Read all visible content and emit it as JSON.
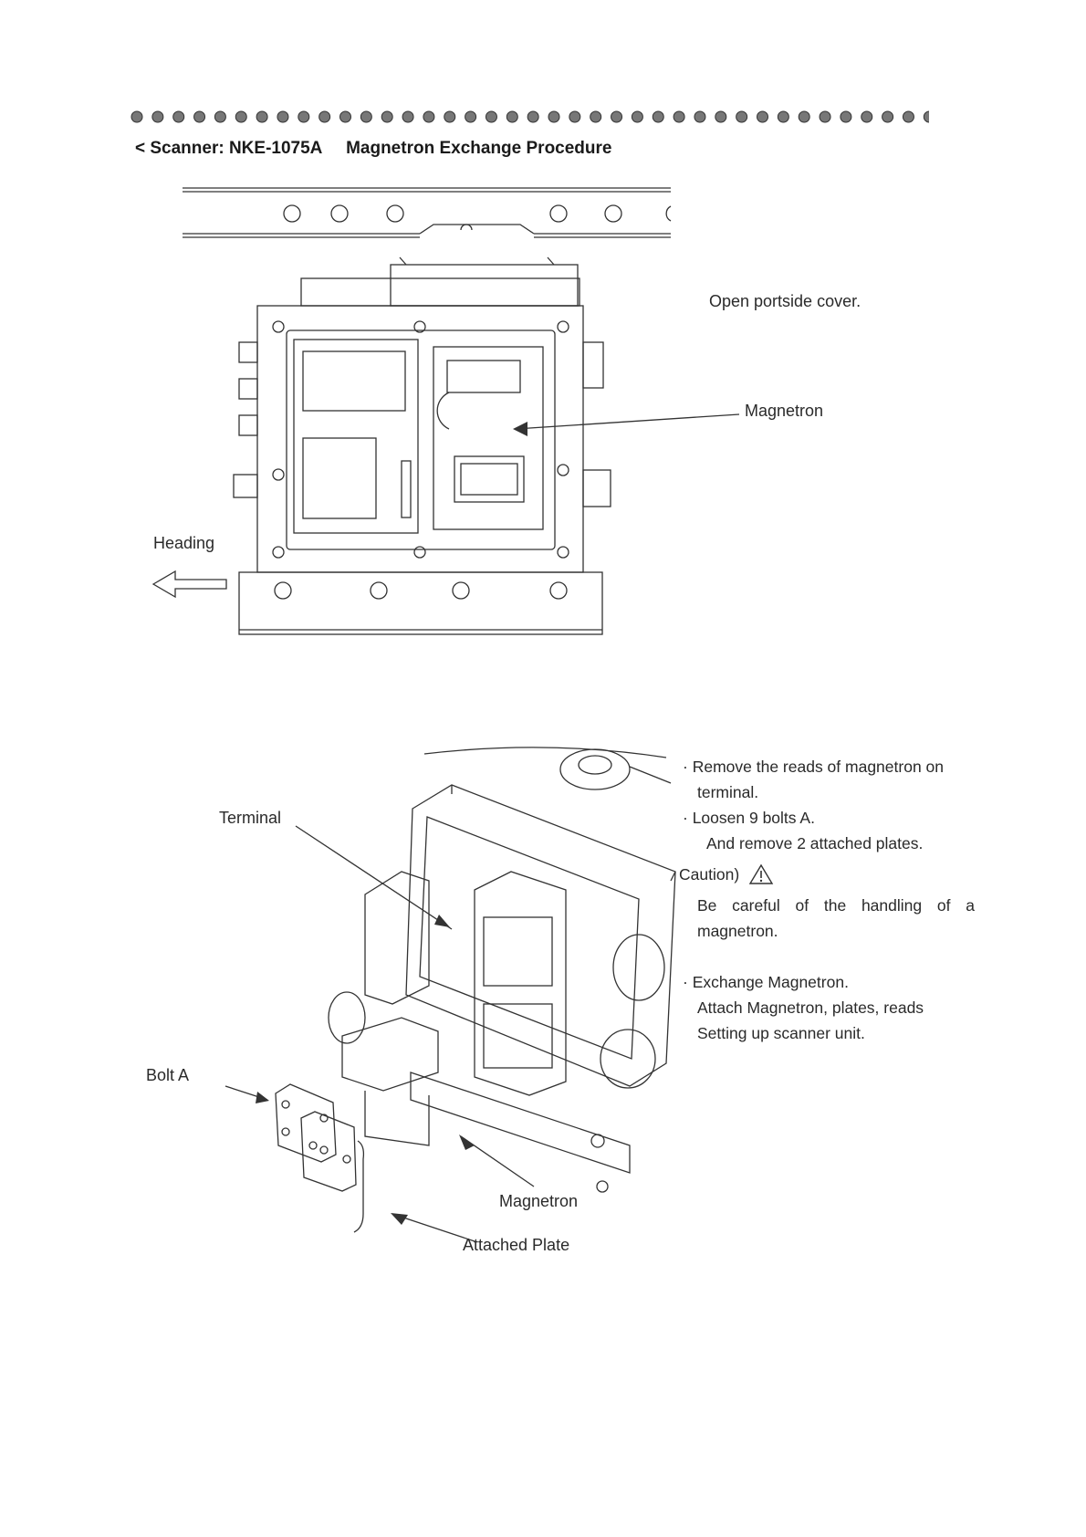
{
  "header": {
    "title": "< Scanner: NKE-1075A     Magnetron Exchange Procedure"
  },
  "figure1": {
    "instruction": "Open portside cover.",
    "magnetron_label": "Magnetron",
    "heading_label": "Heading"
  },
  "figure2": {
    "terminal_label": "Terminal",
    "bolt_label": "Bolt A",
    "magnetron_label": "Magnetron",
    "plate_label": "Attached Plate"
  },
  "notes": {
    "step1_line1": "Remove the reads of magnetron on",
    "step1_line2": "terminal.",
    "step2_line1": "Loosen 9 bolts A.",
    "step2_line2": "And remove 2 attached plates.",
    "caution_label": "Caution)",
    "caution_line1": "Be careful of the handling of a",
    "caution_line2": "magnetron.",
    "step3_line1": "Exchange Magnetron.",
    "step3_line2": "Attach Magnetron, plates, reads",
    "step3_line3": "Setting up scanner unit."
  },
  "icons": {
    "caution": "warning-triangle-icon",
    "heading_arrow": "arrow-left-icon"
  }
}
